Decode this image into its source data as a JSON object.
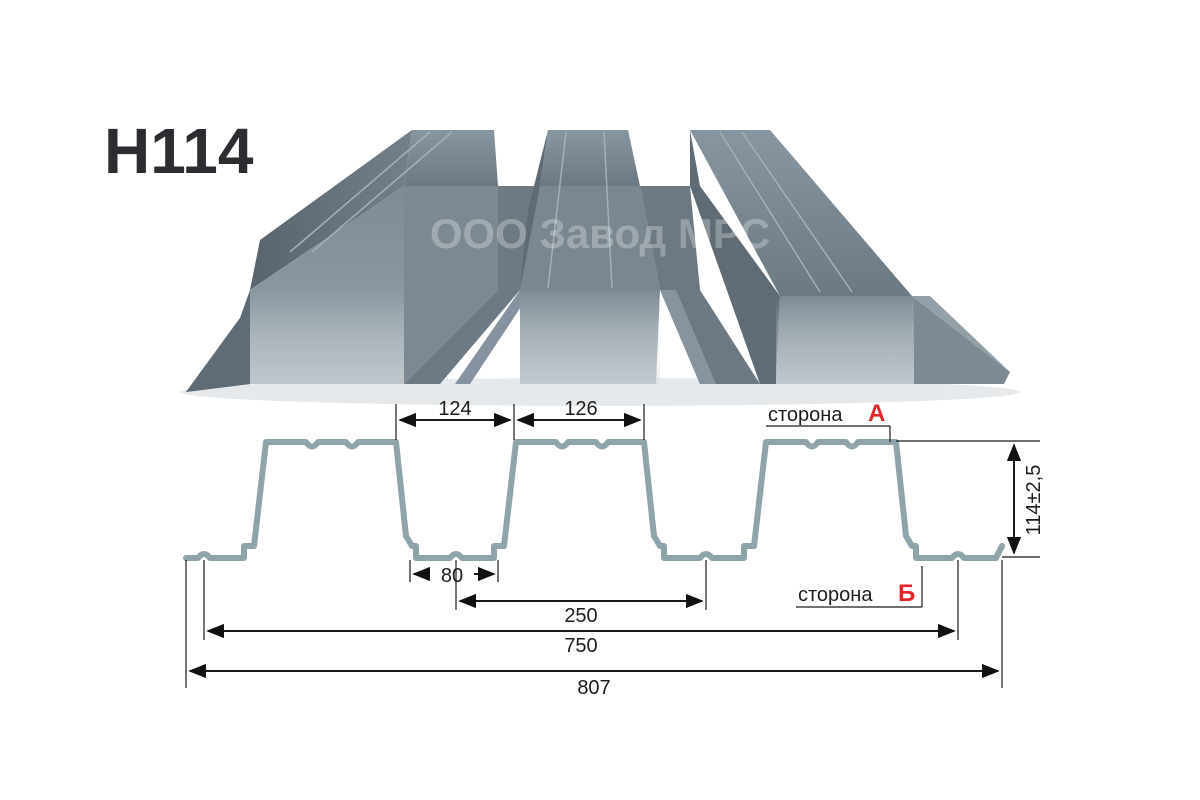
{
  "title": "H114",
  "watermark": "ООО Завод МРС",
  "dimensions": {
    "top_gap": "124",
    "top_flange": "126",
    "bottom_flange": "80",
    "pitch": "250",
    "working_width": "750",
    "full_width": "807",
    "height": "114±2,5"
  },
  "side_a": {
    "label": "сторона",
    "letter": "А"
  },
  "side_b": {
    "label": "сторона",
    "letter": "Б"
  },
  "colors": {
    "profile_stroke": "#8fa4aa",
    "sheet_metal": "#6e7c85",
    "accent_red": "#e3262b",
    "title": "#2b2d30"
  }
}
